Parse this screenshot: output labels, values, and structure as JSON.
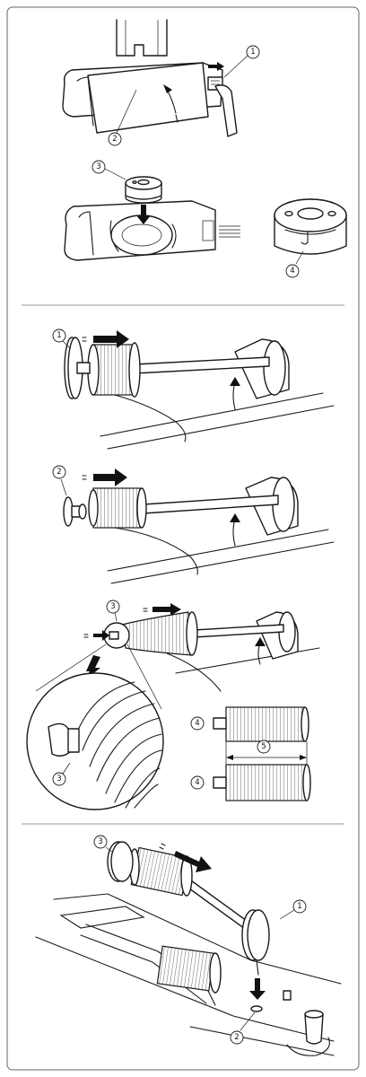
{
  "callouts": {
    "p1_c1": "1",
    "p1_c2": "2",
    "p1_c3": "3",
    "p1_c4": "4",
    "p2_c1": "1",
    "p3_c2": "2",
    "p4_c3": "3",
    "p4_c3b": "3",
    "p4_c4a": "4",
    "p4_c4b": "4",
    "p4_c5": "5",
    "p5_c3": "3",
    "p5_c1": "1",
    "p5_c2": "2"
  }
}
